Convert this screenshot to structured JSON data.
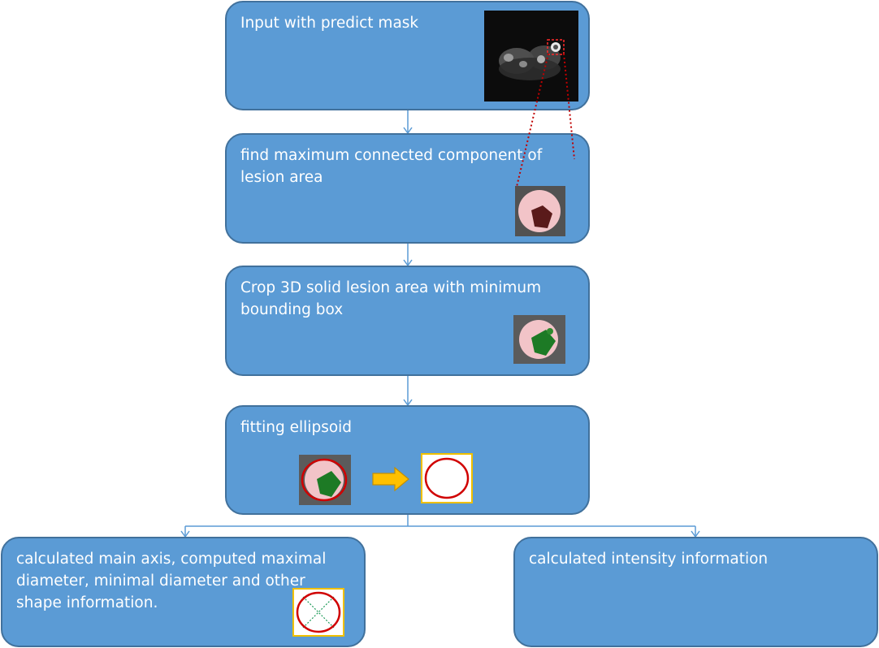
{
  "steps": {
    "input": {
      "label": "Input with predict mask"
    },
    "connected_component": {
      "label": "find maximum connected component of lesion area"
    },
    "crop": {
      "label": "Crop 3D solid lesion area with minimum bounding box"
    },
    "ellipsoid": {
      "label": "fitting ellipsoid"
    },
    "shape": {
      "label": "calculated main axis, computed maximal diameter, minimal diameter and other shape information."
    },
    "intensity": {
      "label": "calculated intensity information"
    }
  },
  "colors": {
    "box_fill": "#5b9bd5",
    "box_border": "#41719c",
    "connector": "#5b9bd5",
    "ellipse_red": "#d00000",
    "thumb_frame": "#f0c000",
    "arrow_fill": "#ffc000",
    "axis_green": "#1f9b5a",
    "lesion_pink": "#f2c4c8",
    "lesion_green": "#1d7a25"
  }
}
